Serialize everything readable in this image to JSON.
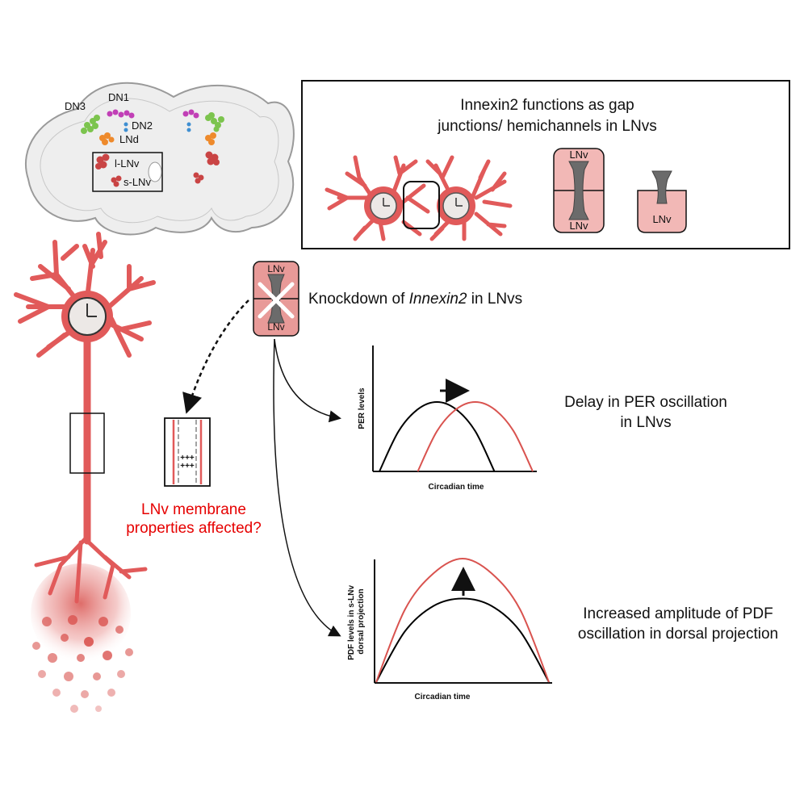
{
  "brain": {
    "labels": {
      "dn3": "DN3",
      "dn1": "DN1",
      "dn2": "DN2",
      "lnd": "LNd",
      "l_lnv": "l-LNv",
      "s_lnv": "s-LNv"
    }
  },
  "innexin_box": {
    "title_line1": "Innexin2 functions as gap",
    "title_line2": "junctions/ hemichannels in LNvs",
    "gap_top": "LNv",
    "gap_bottom": "LNv",
    "hemi_label": "LNv"
  },
  "knockdown": {
    "cell_top": "LNv",
    "cell_bottom": "LNv",
    "text_before": "Knockdown of ",
    "text_italic": "Innexin2",
    "text_after": " in LNvs"
  },
  "membrane": {
    "line1": "LNv membrane",
    "line2": "properties affected?",
    "charges": "+++"
  },
  "per_result": {
    "line1": "Delay in PER oscillation",
    "line2": "in LNvs"
  },
  "pdf_result": {
    "line1": "Increased amplitude of PDF",
    "line2": "oscillation in dorsal projection"
  },
  "colors": {
    "neuron_red": "#e15a5a",
    "highlight_red": "#e60000",
    "curve_red": "#d9534f",
    "curve_black": "#000000",
    "dn1_magenta": "#c13fb6",
    "dn3_green": "#7cc44e",
    "dn2_blue": "#3f8fd2",
    "lnd_orange": "#ee8a2c",
    "lnv_red": "#c94444"
  },
  "chart_data": [
    {
      "type": "line",
      "title": "",
      "xlabel": "Circadian time",
      "ylabel": "PER levels",
      "x": [
        0,
        1,
        2,
        3,
        4,
        5,
        6,
        7,
        8
      ],
      "series": [
        {
          "values": [
            0,
            0.55,
            0.85,
            0.95,
            0.85,
            0.55,
            0,
            null,
            null
          ]
        },
        {
          "values": [
            null,
            null,
            0,
            0.55,
            0.85,
            0.95,
            0.85,
            0.55,
            0
          ]
        }
      ],
      "annotation": "rightward arrow (phase delay)"
    },
    {
      "type": "line",
      "title": "",
      "xlabel": "Circadian time",
      "ylabel": "PDF levels in s-LNv dorsal projection",
      "x": [
        0,
        1,
        2,
        3,
        4,
        5,
        6
      ],
      "series": [
        {
          "values": [
            0,
            0.7,
            1.05,
            1.15,
            1.05,
            0.7,
            0
          ]
        },
        {
          "values": [
            0,
            1.0,
            1.5,
            1.7,
            1.5,
            1.0,
            0
          ]
        }
      ],
      "annotation": "upward arrow (increased amplitude)"
    }
  ]
}
